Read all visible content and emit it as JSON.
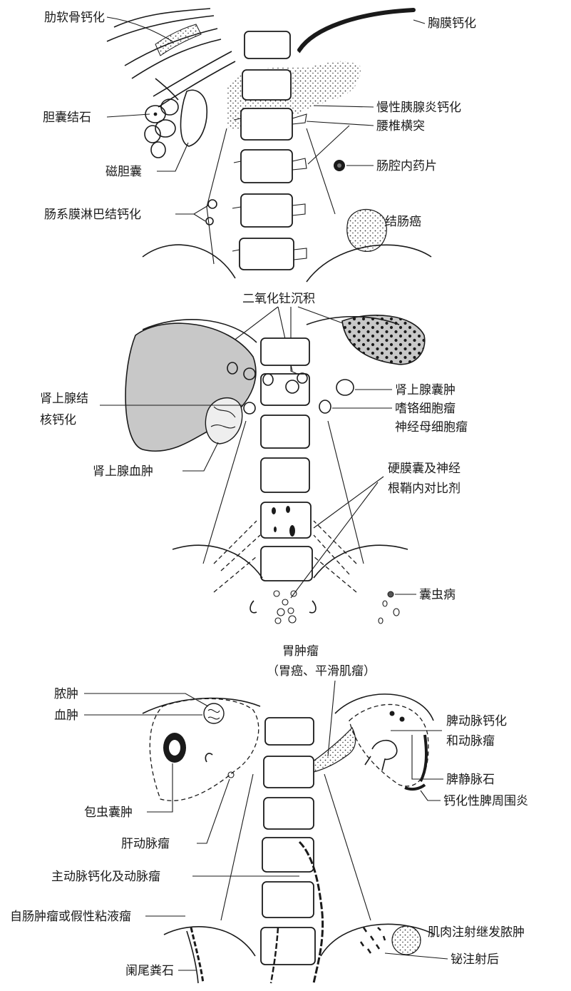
{
  "panel1": {
    "labels": {
      "rib_cartilage": "肋软骨钙化",
      "pleura": "胸膜钙化",
      "gallstone": "胆囊结石",
      "pancreatitis": "慢性胰腺炎钙化",
      "transverse_process": "腰椎横突",
      "porcelain_gallbladder": "磁胆囊",
      "pill": "肠腔内药片",
      "mesenteric_node": "肠系膜淋巴结钙化",
      "colon_cancer": "结肠癌"
    }
  },
  "panel2": {
    "labels": {
      "thorotrast": "二氧化钍沉积",
      "adrenal_tb_1": "肾上腺结",
      "adrenal_tb_2": "核钙化",
      "adrenal_cyst": "肾上腺囊肿",
      "pheo": "嗜铬细胞瘤",
      "neuroblastoma": "神经母细胞瘤",
      "adrenal_hematoma": "肾上腺血肿",
      "contrast_1": "硬膜囊及神经",
      "contrast_2": "根鞘内对比剂",
      "cysticercosis": "囊虫病"
    }
  },
  "panel3": {
    "labels": {
      "gastric_1": "胃肿瘤",
      "gastric_2": "（胃癌、平滑肌瘤）",
      "abscess": "脓肿",
      "hematoma": "血肿",
      "splenic_artery_1": "脾动脉钙化",
      "splenic_artery_2": "和动脉瘤",
      "phlebolith": "脾静脉石",
      "pancreatitis_spleen": "钙化性脾周围炎",
      "hydatid": "包虫囊肿",
      "hepatic_aneurysm": "肝动脉瘤",
      "aortic": "主动脉钙化及动脉瘤",
      "appendix_mucocele": "自肠肿瘤或假性粘液瘤",
      "appendicolith": "阑尾粪石",
      "intramuscular_abscess": "肌肉注射继发脓肿",
      "bismuth": "铋注射后"
    }
  }
}
